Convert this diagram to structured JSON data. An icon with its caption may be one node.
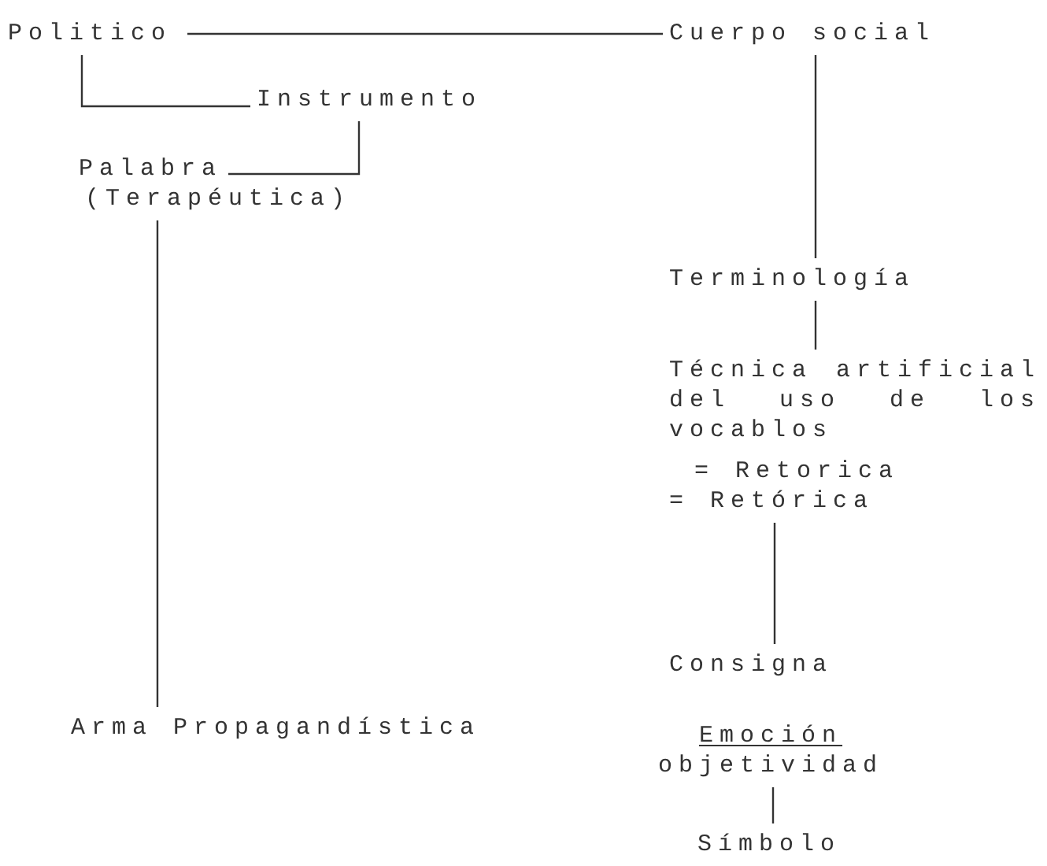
{
  "diagram": {
    "nodes": [
      {
        "text": [
          "Politico"
        ]
      },
      {
        "text": [
          "Cuerpo social"
        ]
      },
      {
        "text": [
          "Instrumento"
        ]
      },
      {
        "text": [
          "Palabra",
          "(Terapéutica)"
        ]
      },
      {
        "text": [
          "Terminología"
        ]
      },
      {
        "text": [
          "Técnica artificial del uso de los vocablos"
        ]
      },
      {
        "text": [
          "= Retorica",
          "= Retórica"
        ]
      },
      {
        "text": [
          "Arma Propagandística"
        ]
      },
      {
        "text": [
          "Consigna"
        ]
      },
      {
        "text": [
          "Emoción",
          "objetividad"
        ]
      },
      {
        "text": [
          "Símbolo"
        ]
      }
    ],
    "edges": [
      {
        "from": 0,
        "to": 1,
        "arrow": "none"
      },
      {
        "from": 0,
        "to": 2,
        "arrow": "none"
      },
      {
        "from": 3,
        "to": 2,
        "arrow": "none"
      },
      {
        "from": 3,
        "to": 7,
        "arrow": "none"
      },
      {
        "from": 1,
        "to": 4,
        "arrow": "none"
      },
      {
        "from": 4,
        "to": 5,
        "arrow": "none"
      },
      {
        "from": 6,
        "to": 8,
        "arrow": "none"
      },
      {
        "from": 9,
        "to": 10,
        "arrow": "none"
      }
    ]
  }
}
